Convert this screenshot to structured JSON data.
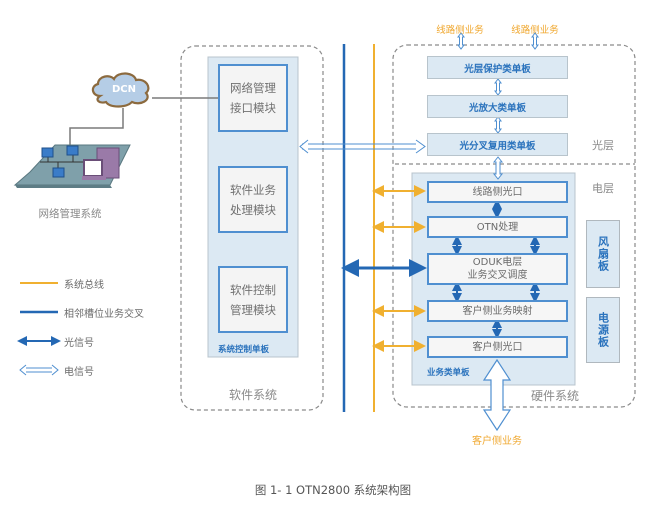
{
  "diagram": {
    "caption": "图 1- 1 OTN2800 系统架构图",
    "nms": {
      "cloud_label": "DCN",
      "label": "网络管理系统"
    },
    "software_system": {
      "label": "软件系统",
      "board_label": "系统控制单板",
      "modules": [
        {
          "line1": "网络管理",
          "line2": "接口模块"
        },
        {
          "line1": "软件业务",
          "line2": "处理模块"
        },
        {
          "line1": "软件控制",
          "line2": "管理模块"
        }
      ]
    },
    "hardware_system": {
      "label": "硬件系统",
      "optical_layer": {
        "label": "光层",
        "line_service_labels": [
          "线路侧业务",
          "线路侧业务"
        ],
        "boards": [
          "光层保护类单板",
          "光放大类单板",
          "光分叉复用类单板"
        ]
      },
      "electrical_layer": {
        "label": "电层",
        "board_label": "业务类单板",
        "modules": [
          "线路侧光口",
          "OTN处理",
          "ODUK电层",
          "业务交叉调度",
          "客户侧业务映射",
          "客户侧光口"
        ],
        "side_boards": [
          "风扇板",
          "电源板"
        ],
        "client_service_label": "客户侧业务"
      }
    },
    "legend": [
      {
        "label": "系统总线",
        "style": "orange-line",
        "color": "#f0b030"
      },
      {
        "label": "相邻槽位业务交叉",
        "style": "blue-line",
        "color": "#2468b4"
      },
      {
        "label": "光信号",
        "style": "blue-double-arrow",
        "color": "#2468b4"
      },
      {
        "label": "电信号",
        "style": "hollow-double-arrow",
        "color": "#4f8fd0"
      }
    ]
  }
}
